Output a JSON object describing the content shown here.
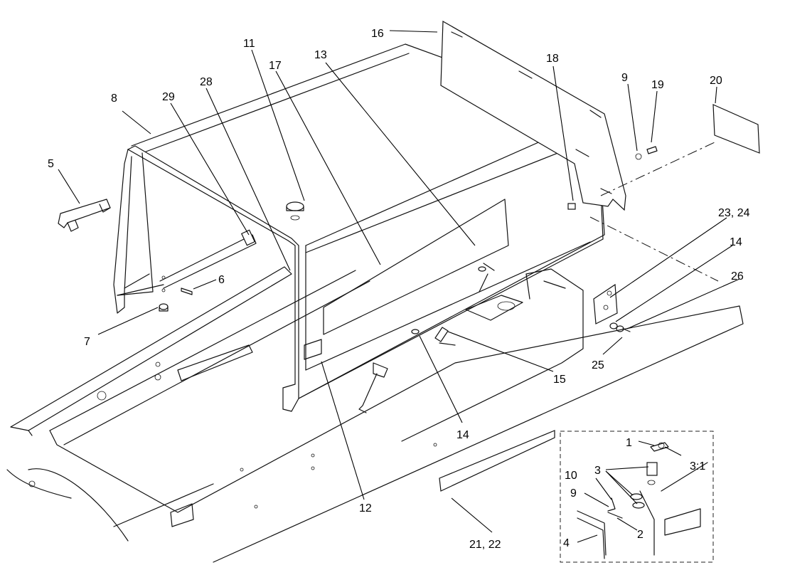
{
  "callouts": [
    {
      "id": "c16",
      "text": "16"
    },
    {
      "id": "c11",
      "text": "11"
    },
    {
      "id": "c13",
      "text": "13"
    },
    {
      "id": "c17",
      "text": "17"
    },
    {
      "id": "c18",
      "text": "18"
    },
    {
      "id": "c9a",
      "text": "9"
    },
    {
      "id": "c19",
      "text": "19"
    },
    {
      "id": "c20",
      "text": "20"
    },
    {
      "id": "c28",
      "text": "28"
    },
    {
      "id": "c8",
      "text": "8"
    },
    {
      "id": "c29",
      "text": "29"
    },
    {
      "id": "c5",
      "text": "5"
    },
    {
      "id": "c6",
      "text": "6"
    },
    {
      "id": "c7",
      "text": "7"
    },
    {
      "id": "c2324",
      "text": "23, 24"
    },
    {
      "id": "c14a",
      "text": "14"
    },
    {
      "id": "c26",
      "text": "26"
    },
    {
      "id": "c25",
      "text": "25"
    },
    {
      "id": "c15",
      "text": "15"
    },
    {
      "id": "c14b",
      "text": "14"
    },
    {
      "id": "c12",
      "text": "12"
    },
    {
      "id": "c2122",
      "text": "21, 22"
    },
    {
      "id": "c1",
      "text": "1"
    },
    {
      "id": "c31",
      "text": "3:1"
    },
    {
      "id": "c3",
      "text": "3"
    },
    {
      "id": "c10",
      "text": "10"
    },
    {
      "id": "c9b",
      "text": "9"
    },
    {
      "id": "c2",
      "text": "2"
    },
    {
      "id": "c4",
      "text": "4"
    }
  ]
}
